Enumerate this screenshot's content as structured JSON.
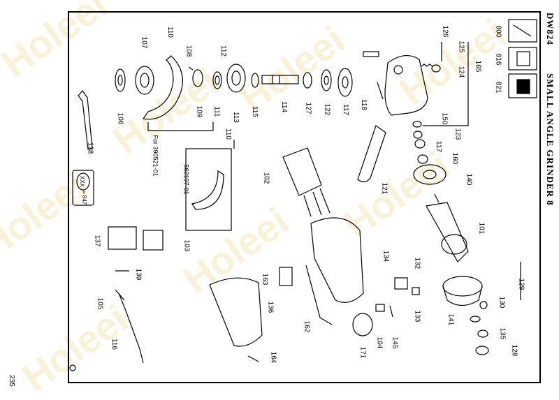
{
  "page_number": "235",
  "header": {
    "model": "DW824",
    "title": "SMALL ANGLE GRINDER 8"
  },
  "legend_box": {
    "symbol": "XXX",
    "equals": "= 847"
  },
  "watermark": "Holeei",
  "notes": {
    "for_ref": "For 390521-01",
    "part_no": "562197-01"
  },
  "part_labels": {
    "p107": "107",
    "p110a": "110",
    "p108": "108",
    "p112": "112",
    "p106": "106",
    "p109": "109",
    "p111": "111",
    "p113": "113",
    "p115": "115",
    "p114": "114",
    "p127": "127",
    "p122": "122",
    "p117a": "117",
    "p126": "126",
    "p125": "125",
    "p124": "124",
    "p165": "165",
    "p118": "118",
    "p150": "150",
    "p123": "123",
    "p117b": "117",
    "p160": "160",
    "p140": "140",
    "p101": "101",
    "p138": "138",
    "p110b": "110",
    "p102": "102",
    "p121": "121",
    "p137": "137",
    "p103": "103",
    "p139": "139",
    "p134": "134",
    "p132": "132",
    "p133": "133",
    "p129": "129",
    "p130": "130",
    "p105": "105",
    "p163": "163",
    "p136": "136",
    "p162": "162",
    "p171": "171",
    "p104": "104",
    "p145": "145",
    "p141": "141",
    "p135": "135",
    "p116": "116",
    "p164": "164",
    "p128": "128",
    "p800": "800",
    "p816": "816",
    "p821": "821"
  }
}
